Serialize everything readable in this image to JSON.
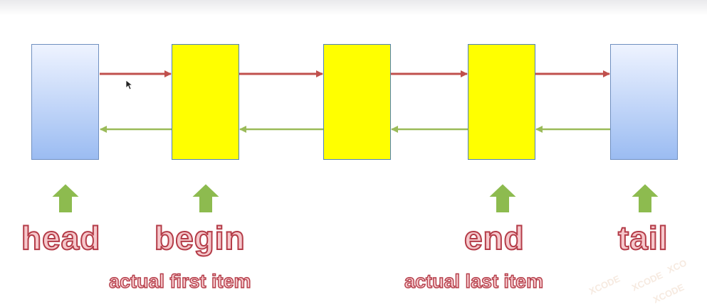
{
  "nodes": [
    {
      "id": "head-node",
      "kind": "sentinel"
    },
    {
      "id": "item-1",
      "kind": "item"
    },
    {
      "id": "item-2",
      "kind": "item"
    },
    {
      "id": "item-3",
      "kind": "item"
    },
    {
      "id": "tail-node",
      "kind": "sentinel"
    }
  ],
  "labels": {
    "head": "head",
    "begin": "begin",
    "begin_note": "actual first item",
    "end": "end",
    "end_note": "actual last item",
    "tail": "tail"
  },
  "colors": {
    "next_link": "#c0504d",
    "prev_link": "#9bbb59",
    "item_fill": "#ffff00",
    "sentinel_fill": "#9bbcf2",
    "pointer_arrow": "#8dbb4f",
    "label_text": "#b43c48"
  }
}
